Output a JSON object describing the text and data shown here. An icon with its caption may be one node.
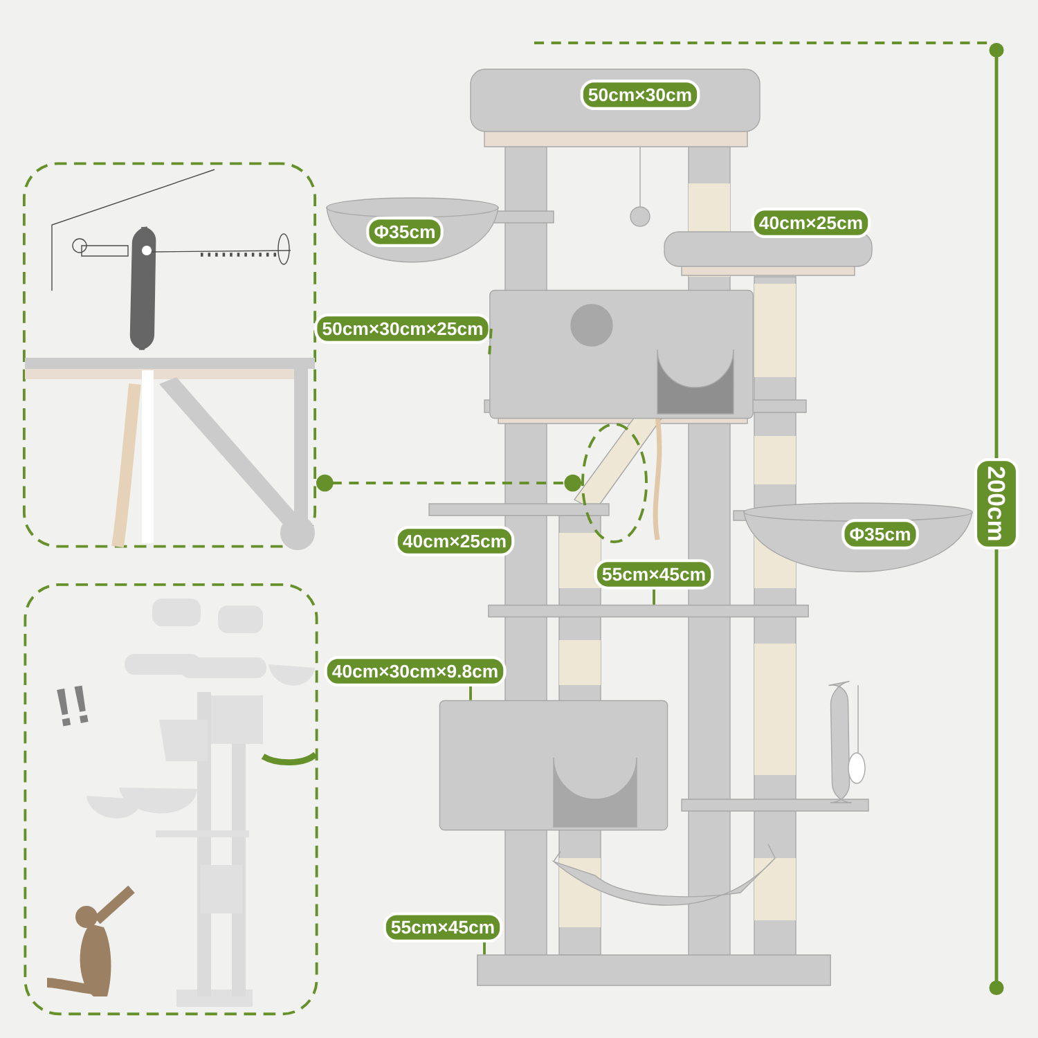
{
  "diagram": {
    "nodes": [
      {
        "text": [],
        "shape": "picture"
      },
      {
        "text": [],
        "shape": "circle"
      },
      {
        "text": [
          "50cm×30cm×25cm"
        ]
      },
      {
        "text": [],
        "shape": "box"
      },
      {
        "text": [
          "55cm×45cm"
        ]
      },
      {
        "text": [],
        "shape": "bar"
      },
      {
        "text": [
          "40cm×30cm×9.8cm"
        ]
      },
      {
        "text": [],
        "shape": "box"
      },
      {
        "text": [
          "55cm×45cm"
        ]
      },
      {
        "text": [],
        "shape": "bar"
      },
      {
        "text": [],
        "shape": "picture"
      }
    ],
    "edges": [
      {
        "from": 0,
        "to": 1,
        "arrow": "other",
        "style": "dashed"
      },
      {
        "from": 2,
        "to": 3,
        "arrow": "none",
        "style": "dashed"
      },
      {
        "from": 4,
        "to": 5,
        "arrow": "none"
      },
      {
        "from": 6,
        "to": 7,
        "arrow": "none"
      },
      {
        "from": 8,
        "to": 9,
        "arrow": "none"
      }
    ],
    "labels": [
      "50cm×30cm",
      "40cm×25cm",
      "Φ35cm",
      "200cm",
      "Φ35cm",
      "40cm×25cm",
      "!!"
    ]
  }
}
